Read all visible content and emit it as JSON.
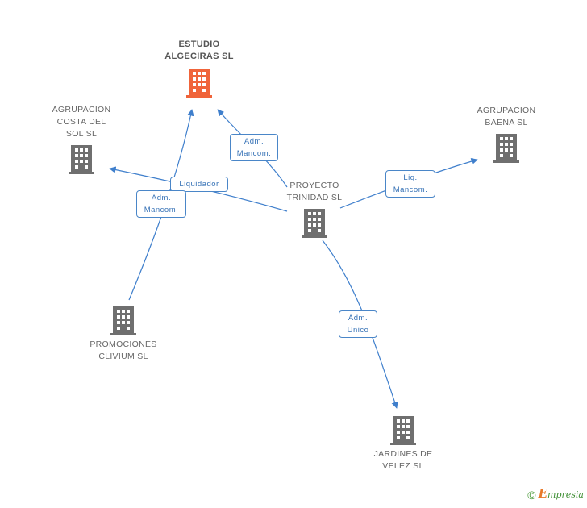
{
  "nodes": {
    "estudio": {
      "label": "ESTUDIO\nALGECIRAS SL",
      "color": "#f0643a"
    },
    "costa": {
      "label": "AGRUPACION\nCOSTA DEL\nSOL SL",
      "color": "#6f6f6f"
    },
    "baena": {
      "label": "AGRUPACION\nBAENA SL",
      "color": "#6f6f6f"
    },
    "proyecto": {
      "label": "PROYECTO\nTRINIDAD SL",
      "color": "#6f6f6f"
    },
    "promociones": {
      "label": "PROMOCIONES\nCLIVIUM SL",
      "color": "#6f6f6f"
    },
    "jardines": {
      "label": "JARDINES DE\nVELEZ SL",
      "color": "#6f6f6f"
    }
  },
  "edges": {
    "e1": "Adm.\nMancom.",
    "e2": "Liquidador",
    "e3": "Adm.\nMancom.",
    "e4": "Liq.\nMancom.",
    "e5": "Adm.\nUnico"
  },
  "colors": {
    "edge": "#3f7fcc"
  },
  "footer": {
    "copyright": "©",
    "brand_initial": "E",
    "brand_rest": "mpresia"
  }
}
